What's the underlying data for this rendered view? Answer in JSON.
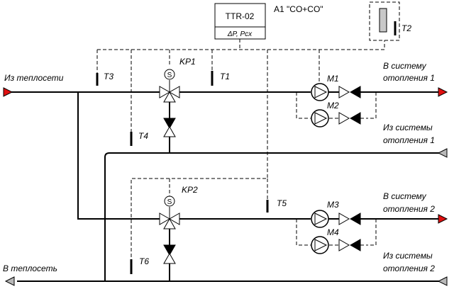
{
  "controller": {
    "model": "TTR-02",
    "inputs": "ΔP, Pcx",
    "title": "A1 \"CO+CO\""
  },
  "sensors": {
    "t1": "T1",
    "t2": "T2",
    "t3": "T3",
    "t4": "T4",
    "t5": "T5",
    "t6": "T6"
  },
  "valves": {
    "kp1": "KP1",
    "kp2": "KP2",
    "actuator_symbol": "S"
  },
  "pumps": {
    "m1": "M1",
    "m2": "M2",
    "m3": "M3",
    "m4": "M4"
  },
  "flows": {
    "from_network": "Из теплосети",
    "to_network": "В теплосеть",
    "supply_1_line1": "В систему",
    "supply_1_line2": "отопления 1",
    "return_1_line1": "Из системы",
    "return_1_line2": "отопления 1",
    "supply_2_line1": "В систему",
    "supply_2_line2": "отопления 2",
    "return_2_line1": "Из системы",
    "return_2_line2": "отопления 2"
  },
  "colors": {
    "supply_arrow": "#e01010",
    "return_arrow": "#b8b8b8",
    "pipe": "#000000"
  }
}
